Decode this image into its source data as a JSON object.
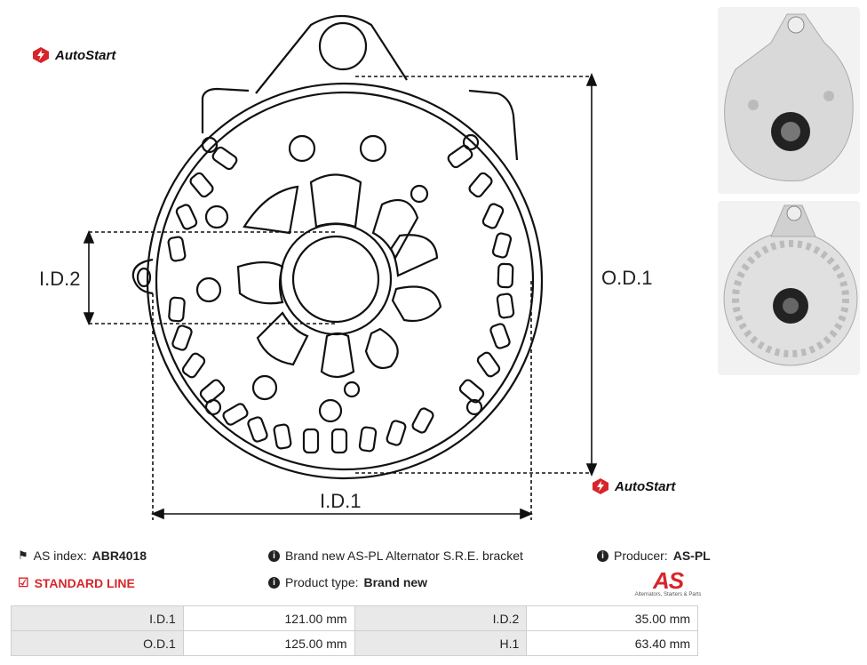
{
  "brand": {
    "name": "AutoStart"
  },
  "drawing": {
    "label_id1": "I.D.1",
    "label_id2": "I.D.2",
    "label_od1": "O.D.1"
  },
  "info": {
    "as_index_label": "AS index:",
    "as_index_value": "ABR4018",
    "standard_line": "STANDARD LINE",
    "description": "Brand new AS-PL Alternator S.R.E. bracket",
    "product_type_label": "Product type:",
    "product_type_value": "Brand new",
    "producer_label": "Producer:",
    "producer_value": "AS-PL"
  },
  "as_logo": {
    "text": "AS",
    "tagline": "Alternators, Starters & Parts"
  },
  "specs": [
    {
      "label": "I.D.1",
      "value": "121.00 mm",
      "label2": "I.D.2",
      "value2": "35.00 mm"
    },
    {
      "label": "O.D.1",
      "value": "125.00 mm",
      "label2": "H.1",
      "value2": "63.40 mm"
    }
  ],
  "colors": {
    "accent_red": "#d7262b",
    "table_label_bg": "#e9e9e9"
  }
}
